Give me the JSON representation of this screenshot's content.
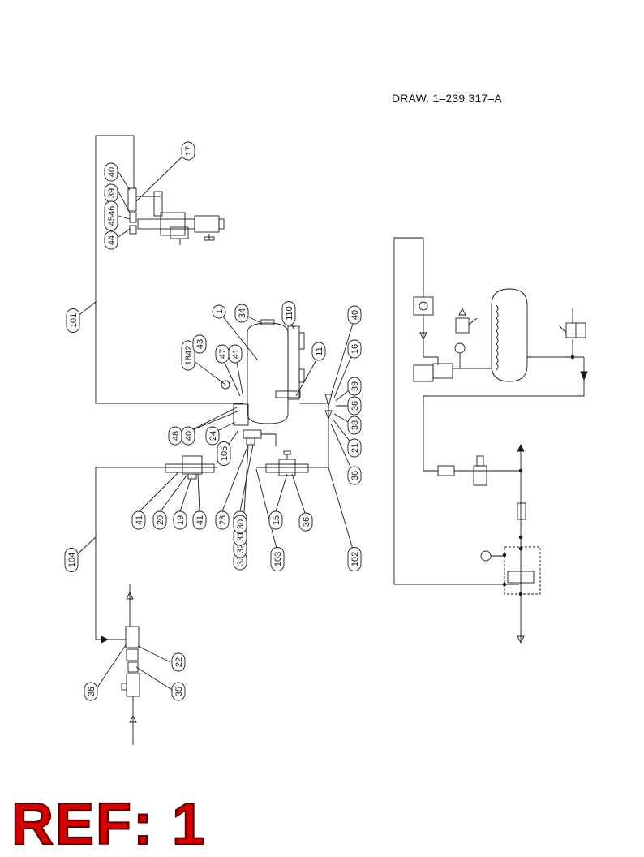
{
  "drawing_number": "DRAW. 1–239 317–A",
  "reference": "REF: 1",
  "balloons": [
    "17",
    "40",
    "39",
    "4546",
    "44",
    "101",
    "1",
    "34",
    "110",
    "40",
    "11",
    "16",
    "39",
    "36",
    "38",
    "21",
    "36",
    "1842",
    "43",
    "47",
    "41",
    "48",
    "40",
    "24",
    "105",
    "41",
    "20",
    "19",
    "41",
    "23",
    "30",
    "15",
    "36",
    "102",
    "33",
    "32",
    "31",
    "30",
    "103",
    "104",
    "22",
    "35",
    "36"
  ],
  "colors": {
    "line": "#1a1a1a",
    "ref_text": "#d40000"
  }
}
